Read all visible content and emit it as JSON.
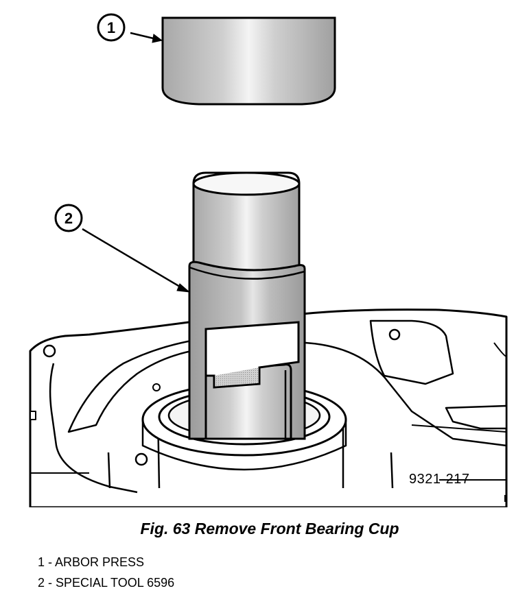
{
  "figure": {
    "code": "9321-217",
    "callouts": [
      {
        "number": "1",
        "label": "ARBOR PRESS"
      },
      {
        "number": "2",
        "label": "SPECIAL TOOL 6596"
      }
    ]
  },
  "caption": {
    "text": "Fig. 63 Remove Front Bearing Cup"
  },
  "legend": {
    "items": [
      {
        "text": "1 - ARBOR PRESS"
      },
      {
        "text": "2 - SPECIAL TOOL 6596"
      }
    ]
  },
  "colors": {
    "ink": "#000000",
    "shade": "#bdbdbd",
    "highlight": "#f2f2f2",
    "paper": "#ffffff"
  }
}
